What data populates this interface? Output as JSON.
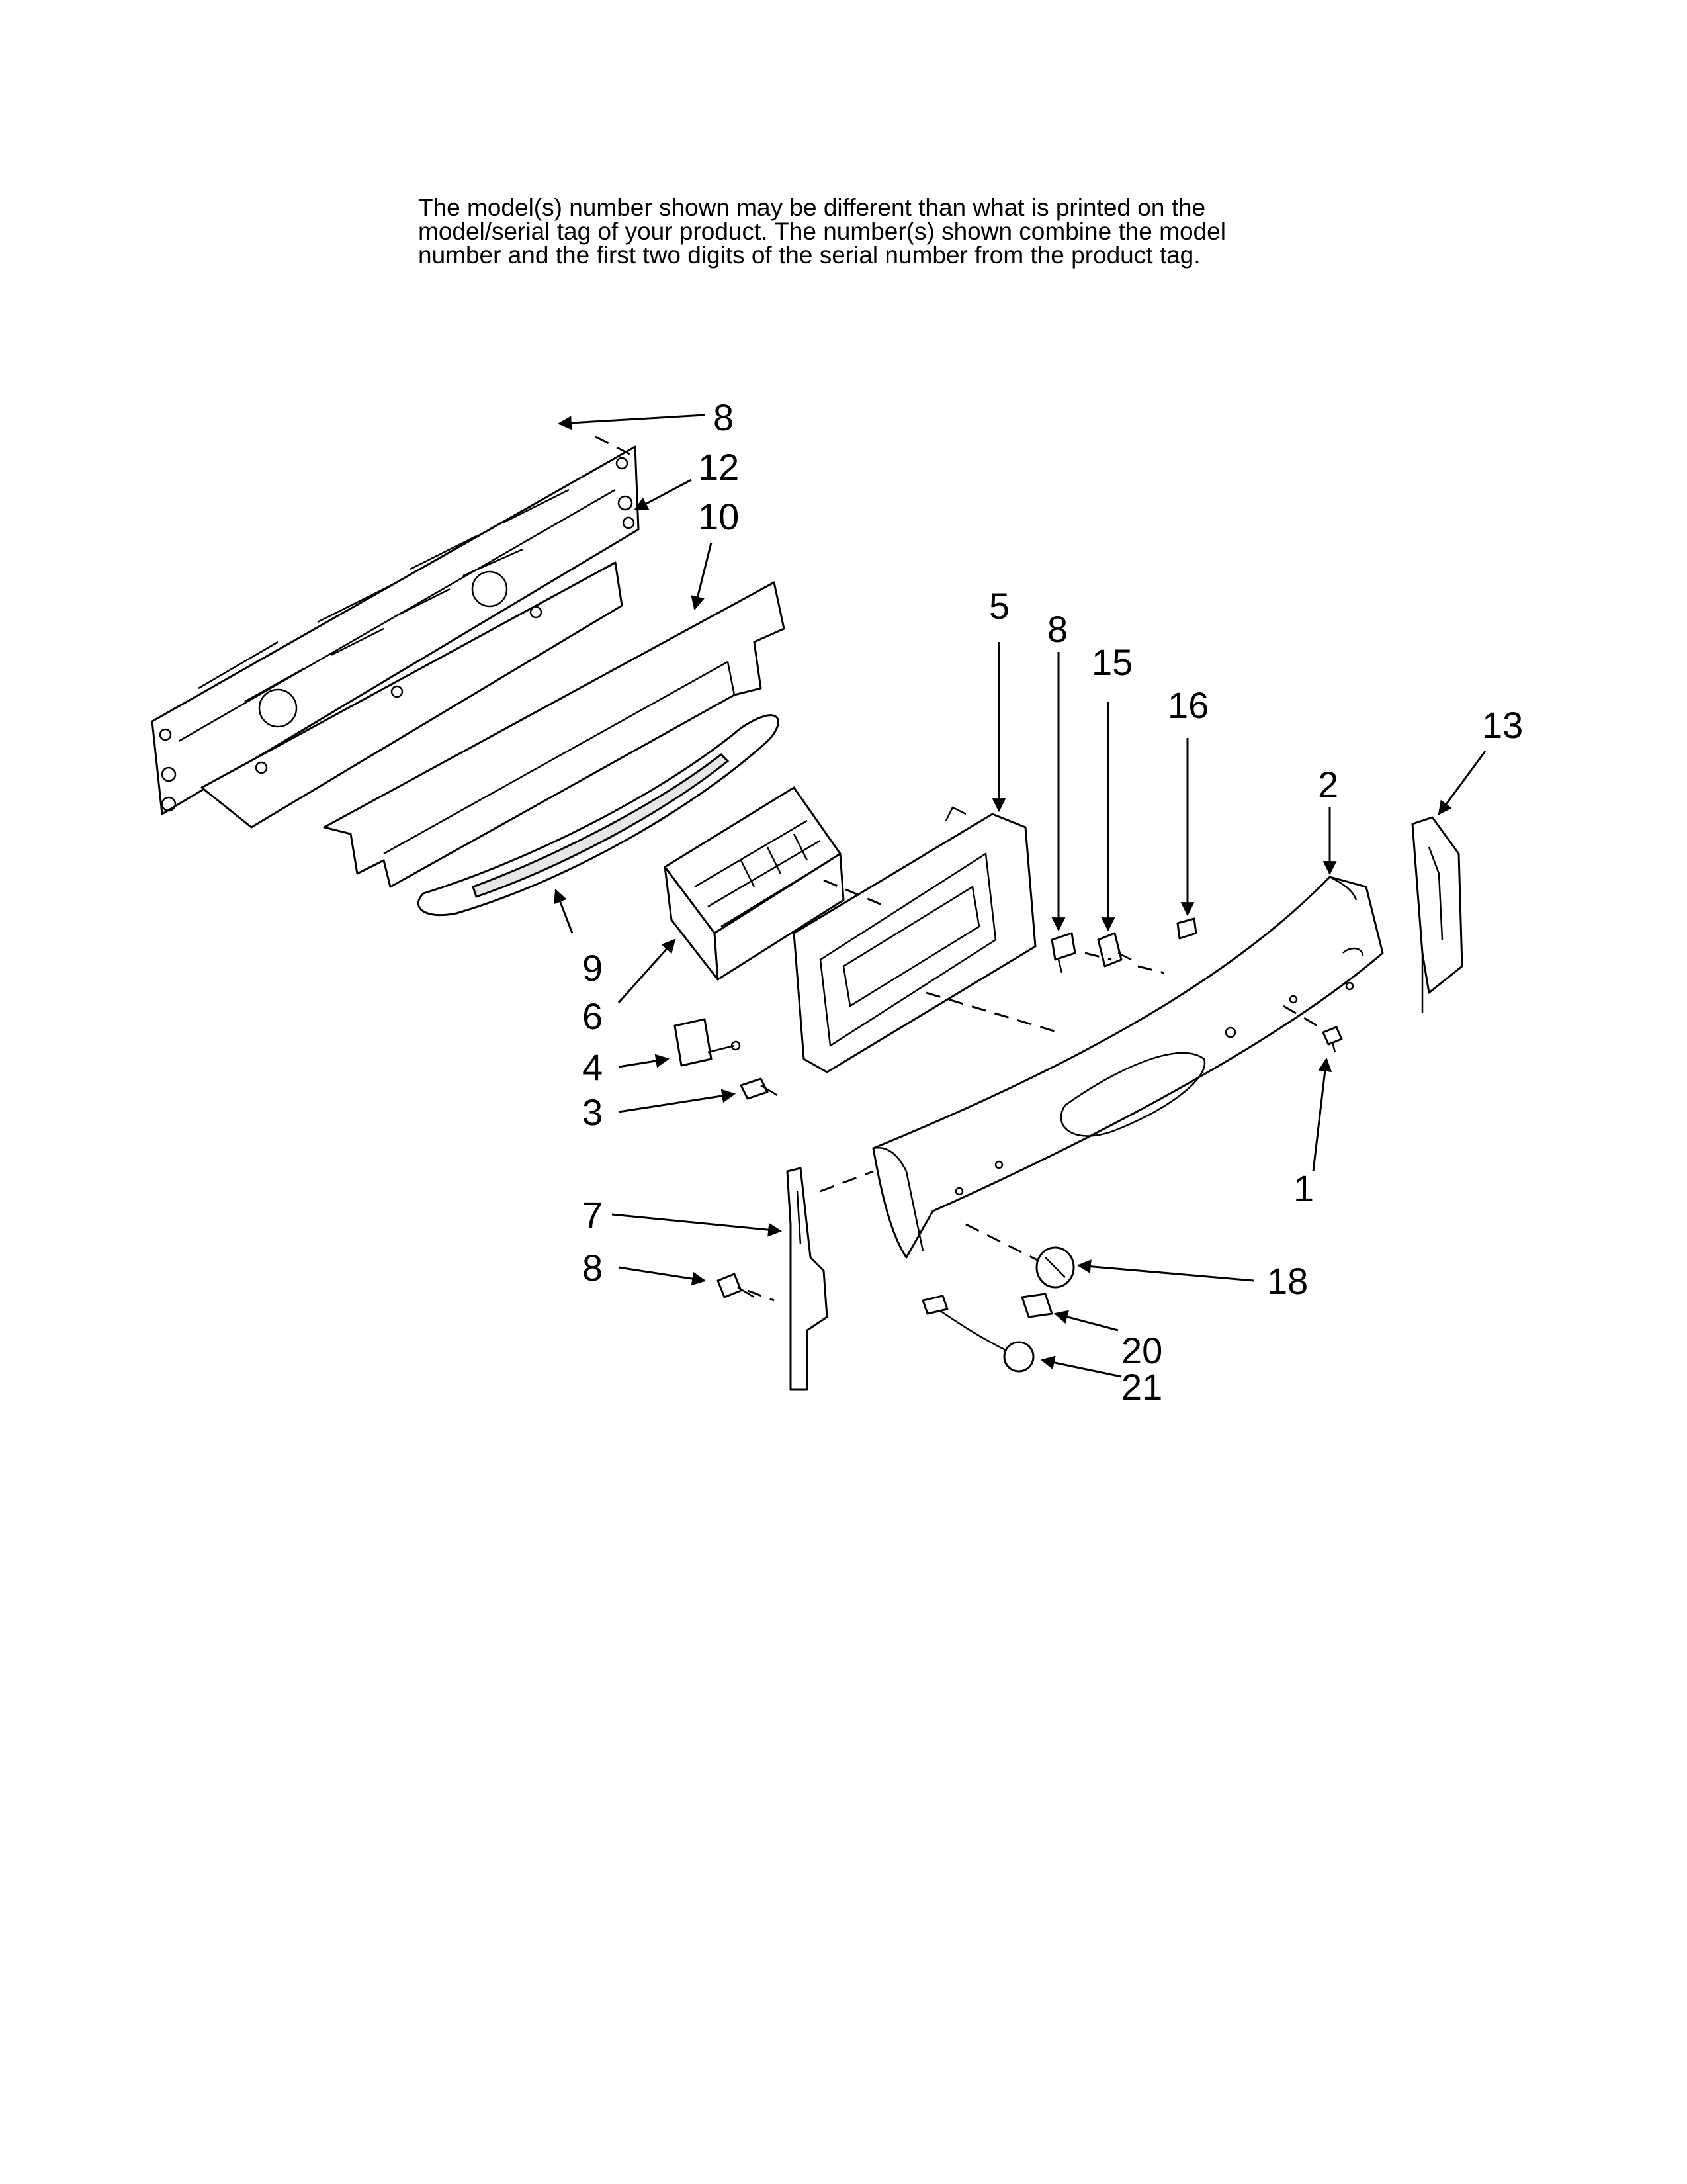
{
  "disclaimer": {
    "line1": "The model(s) number shown may be different than what is printed on the",
    "line2": "model/serial tag of your product. The number(s) shown combine the model",
    "line3": "number and the first two digits of the serial number from the product tag."
  },
  "callouts": {
    "c8_top": "8",
    "c12": "12",
    "c10": "10",
    "c5": "5",
    "c8_mid": "8",
    "c15": "15",
    "c16": "16",
    "c13": "13",
    "c2": "2",
    "c9": "9",
    "c6": "6",
    "c4": "4",
    "c3": "3",
    "c1": "1",
    "c7": "7",
    "c8_bottom": "8",
    "c18": "18",
    "c20": "20",
    "c21": "21"
  }
}
